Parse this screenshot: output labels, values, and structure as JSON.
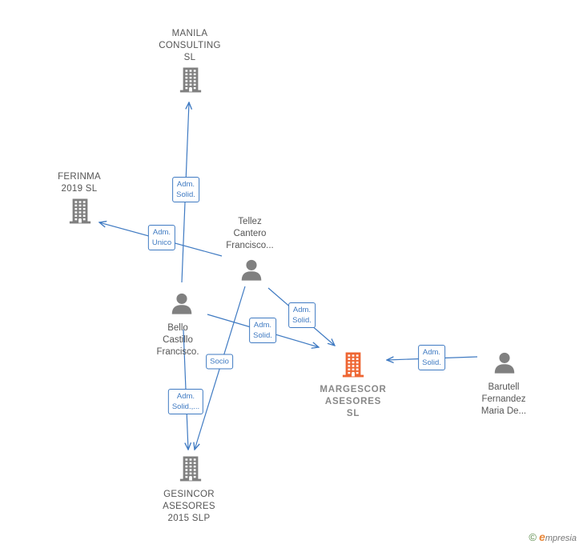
{
  "colors": {
    "edge": "#3f7ac2",
    "node": "#808080",
    "main": "#ee6633"
  },
  "nodes": [
    {
      "id": "manila",
      "type": "company",
      "lines": [
        "MANILA",
        "CONSULTING",
        "SL"
      ]
    },
    {
      "id": "ferinma",
      "type": "company",
      "lines": [
        "FERINMA",
        "2019  SL"
      ]
    },
    {
      "id": "tellez",
      "type": "person",
      "lines": [
        "Tellez",
        "Cantero",
        "Francisco..."
      ]
    },
    {
      "id": "bello",
      "type": "person",
      "lines": [
        "Bello",
        "Castillo",
        "Francisco."
      ]
    },
    {
      "id": "margescor",
      "type": "main",
      "lines": [
        "MARGESCOR",
        "ASESORES",
        "SL"
      ]
    },
    {
      "id": "barutell",
      "type": "person",
      "lines": [
        "Barutell",
        "Fernandez",
        "Maria De..."
      ]
    },
    {
      "id": "gesincor",
      "type": "company",
      "lines": [
        "GESINCOR",
        "ASESORES",
        "2015  SLP"
      ]
    }
  ],
  "edges": [
    {
      "from": "bello",
      "to": "manila",
      "lines": [
        "Adm.",
        "Solid."
      ]
    },
    {
      "from": "tellez",
      "to": "ferinma",
      "lines": [
        "Adm.",
        "Unico"
      ]
    },
    {
      "from": "tellez",
      "to": "margescor",
      "lines": [
        "Adm.",
        "Solid."
      ]
    },
    {
      "from": "bello",
      "to": "margescor",
      "lines": [
        "Adm.",
        "Solid."
      ]
    },
    {
      "from": "barutell",
      "to": "margescor",
      "lines": [
        "Adm.",
        "Solid."
      ]
    },
    {
      "from": "tellez",
      "to": "gesincor",
      "lines": [
        "Socio"
      ]
    },
    {
      "from": "bello",
      "to": "gesincor",
      "lines": [
        "Adm.",
        "Solid.,..."
      ]
    }
  ],
  "footer": {
    "copyright": "©",
    "brand_initial": "e",
    "brand_rest": "mpresia"
  }
}
